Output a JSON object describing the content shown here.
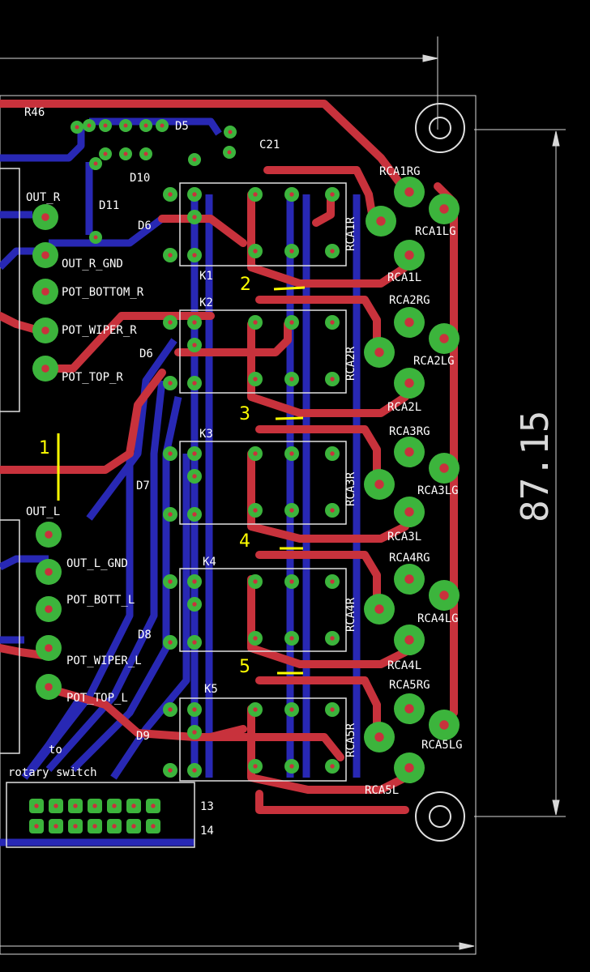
{
  "dimension": {
    "value": "87.15"
  },
  "left_labels": [
    {
      "key": "out_r",
      "text": "OUT_R"
    },
    {
      "key": "out_r_gnd",
      "text": "OUT_R_GND"
    },
    {
      "key": "pot_bottom_r",
      "text": "POT_BOTTOM_R"
    },
    {
      "key": "pot_wiper_r",
      "text": "POT_WIPER_R"
    },
    {
      "key": "pot_top_r",
      "text": "POT_TOP_R"
    },
    {
      "key": "out_l",
      "text": "OUT_L"
    },
    {
      "key": "out_l_gnd",
      "text": "OUT_L_GND"
    },
    {
      "key": "pot_bott_l",
      "text": "POT_BOTT_L"
    },
    {
      "key": "pot_wiper_l",
      "text": "POT_WIPER_L"
    },
    {
      "key": "pot_top_l",
      "text": "POT_TOP_L"
    }
  ],
  "parts": {
    "r46": "R46",
    "d5": "D5",
    "c21": "C21",
    "d10": "D10",
    "d11": "D11",
    "d6_top": "D6",
    "d6": "D6",
    "d7": "D7",
    "d8": "D8",
    "d9": "D9"
  },
  "relays": [
    {
      "key": "k1",
      "text": "K1"
    },
    {
      "key": "k2",
      "text": "K2"
    },
    {
      "key": "k3",
      "text": "K3"
    },
    {
      "key": "k4",
      "text": "K4"
    },
    {
      "key": "k5",
      "text": "K5"
    }
  ],
  "rca_labels": [
    {
      "key": "rca1rg",
      "text": "RCA1RG"
    },
    {
      "key": "rca1lg",
      "text": "RCA1LG"
    },
    {
      "key": "rca1l",
      "text": "RCA1L"
    },
    {
      "key": "rca1r",
      "text": "RCA1R"
    },
    {
      "key": "rca2rg",
      "text": "RCA2RG"
    },
    {
      "key": "rca2lg",
      "text": "RCA2LG"
    },
    {
      "key": "rca2l",
      "text": "RCA2L"
    },
    {
      "key": "rca2r",
      "text": "RCA2R"
    },
    {
      "key": "rca3rg",
      "text": "RCA3RG"
    },
    {
      "key": "rca3lg",
      "text": "RCA3LG"
    },
    {
      "key": "rca3l",
      "text": "RCA3L"
    },
    {
      "key": "rca3r",
      "text": "RCA3R"
    },
    {
      "key": "rca4rg",
      "text": "RCA4RG"
    },
    {
      "key": "rca4lg",
      "text": "RCA4LG"
    },
    {
      "key": "rca4l",
      "text": "RCA4L"
    },
    {
      "key": "rca4r",
      "text": "RCA4R"
    },
    {
      "key": "rca5rg",
      "text": "RCA5RG"
    },
    {
      "key": "rca5lg",
      "text": "RCA5LG"
    },
    {
      "key": "rca5l",
      "text": "RCA5L"
    },
    {
      "key": "rca5r",
      "text": "RCA5R"
    }
  ],
  "connector": {
    "line1": "to",
    "line2": "rotary switch",
    "pin13": "13",
    "pin14": "14"
  },
  "annotations": [
    {
      "key": "n1",
      "text": "1"
    },
    {
      "key": "n2",
      "text": "2"
    },
    {
      "key": "n3",
      "text": "3"
    },
    {
      "key": "n4",
      "text": "4"
    },
    {
      "key": "n5",
      "text": "5"
    }
  ],
  "colors": {
    "background": "#000000",
    "top_copper": "#c8323c",
    "bottom_copper": "#2828b4",
    "pad": "#3cb43c",
    "silkscreen": "#ffffff",
    "annotation": "#ffff00"
  }
}
